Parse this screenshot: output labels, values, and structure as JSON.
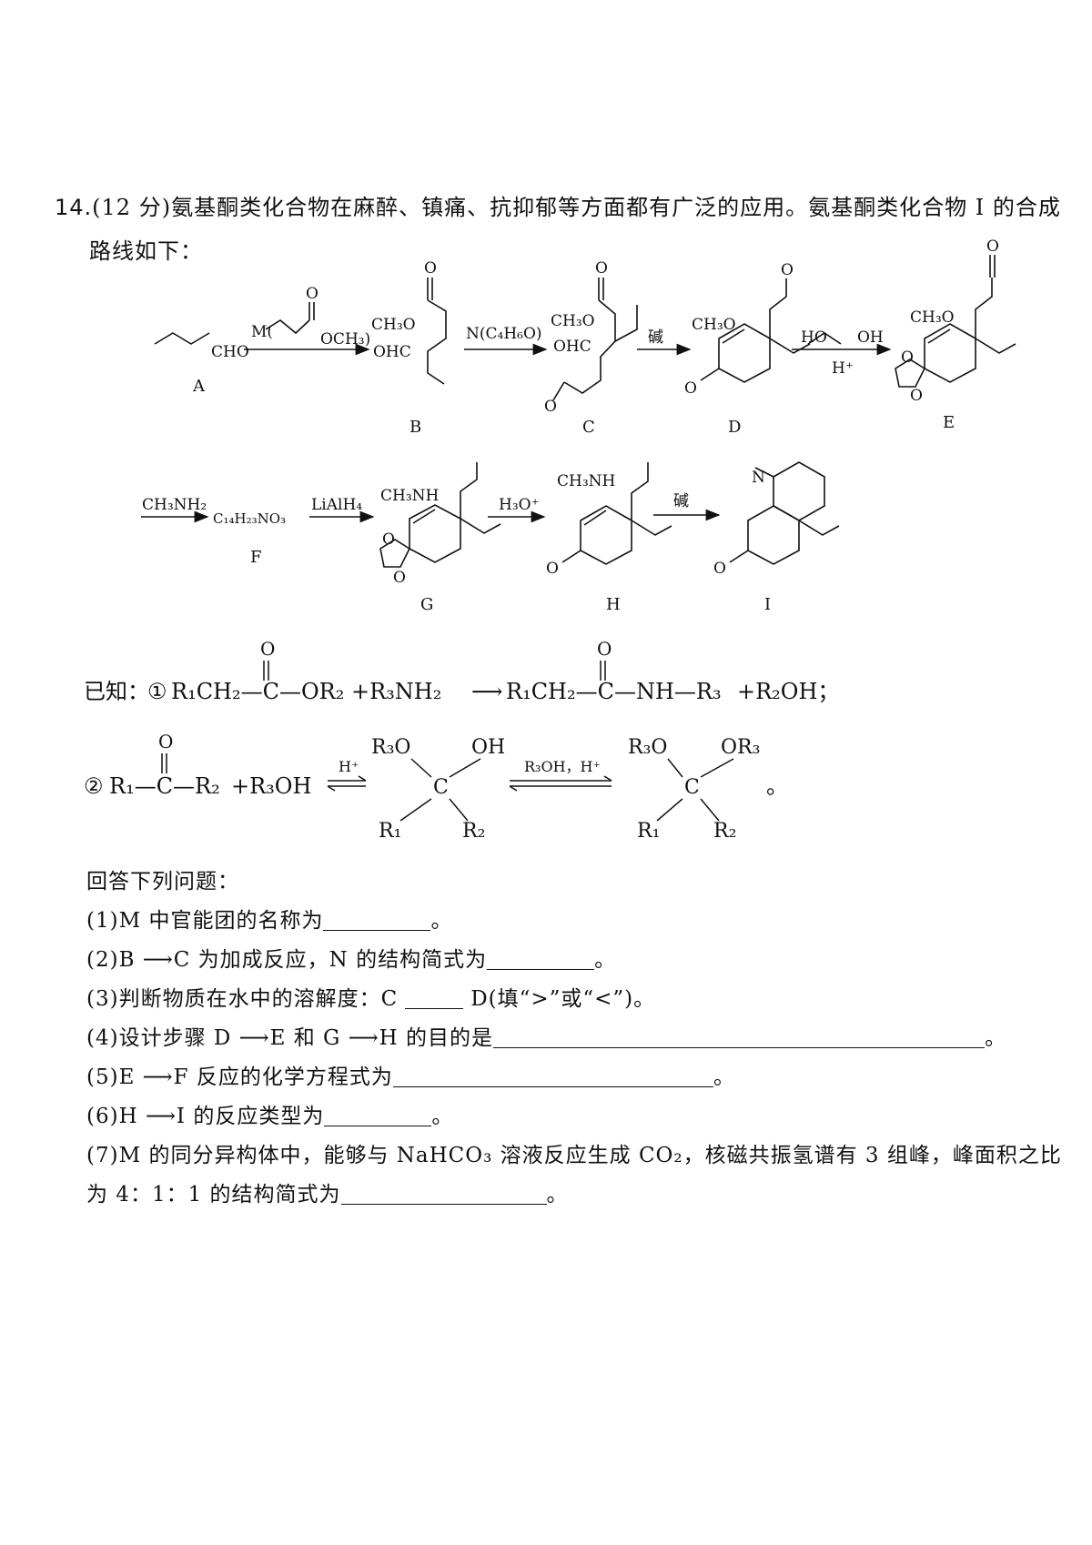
{
  "question": {
    "number": "14.",
    "score": "(12 分)",
    "intro_line1": "氨基酮类化合物在麻醉、镇痛、抗抑郁等方面都有广泛的应用。氨基酮类化合物 I 的合成",
    "intro_line2": "路线如下："
  },
  "scheme": {
    "labels": [
      "A",
      "B",
      "C",
      "D",
      "E",
      "F",
      "G",
      "H",
      "I"
    ],
    "reagents": {
      "a_to_b": "M(",
      "a_to_b_tail": "OCH₃)",
      "b_to_c": "N(C₄H₆O)",
      "c_to_d": "碱",
      "d_to_e_top": "HO",
      "d_to_e_top2": "OH",
      "d_to_e_bottom": "H⁺",
      "e_to_f": "CH₃NH₂",
      "f_formula": "C₁₄H₂₃NO₃",
      "f_to_g": "LiAlH₄",
      "g_to_h": "H₃O⁺",
      "h_to_i": "碱"
    },
    "texts": {
      "cho": "CHO",
      "ch3o": "CH₃O",
      "ohc": "OHC",
      "o": "O",
      "ch3nh": "CH₃NH",
      "n": "N"
    }
  },
  "known": {
    "prefix": "已知：",
    "r1": {
      "marker": "①",
      "reactant": "R₁CH₂—C—OR₂",
      "plus1": "+R₃NH₂",
      "arrow": "⟶",
      "product": "R₁CH₂—C—NH—R₃",
      "plus2": "+R₂OH；"
    },
    "r2": {
      "marker": "②",
      "reactant": "R₁—C—R₂",
      "plus": "+R₃OH",
      "cond1": "H⁺",
      "cond2": "R₃OH，H⁺",
      "r3o": "R₃O",
      "oh": "OH",
      "or3": "OR₃",
      "c": "C",
      "r1": "R₁",
      "r2": "R₂",
      "end": "。"
    }
  },
  "answer_prompt": "回答下列问题：",
  "subquestions": [
    {
      "text": "(1)M 中官能团的名称为",
      "end": "。"
    },
    {
      "text": "(2)B ⟶C 为加成反应，N 的结构简式为",
      "end": "。"
    },
    {
      "text": "(3)判断物质在水中的溶解度：C",
      "mid": "D(填“>”或“<”)",
      "end": "。"
    },
    {
      "text": "(4)设计步骤 D ⟶E 和 G ⟶H 的目的是",
      "end": "。"
    },
    {
      "text": "(5)E ⟶F 反应的化学方程式为",
      "end": "。"
    },
    {
      "text": "(6)H ⟶I 的反应类型为",
      "end": "。"
    },
    {
      "text": "(7)M 的同分异构体中，能够与 NaHCO₃ 溶液反应生成 CO₂，核磁共振氢谱有 3 组峰，峰面积之比"
    },
    {
      "text": "为 4：1：1 的结构简式为",
      "end": "。"
    }
  ]
}
